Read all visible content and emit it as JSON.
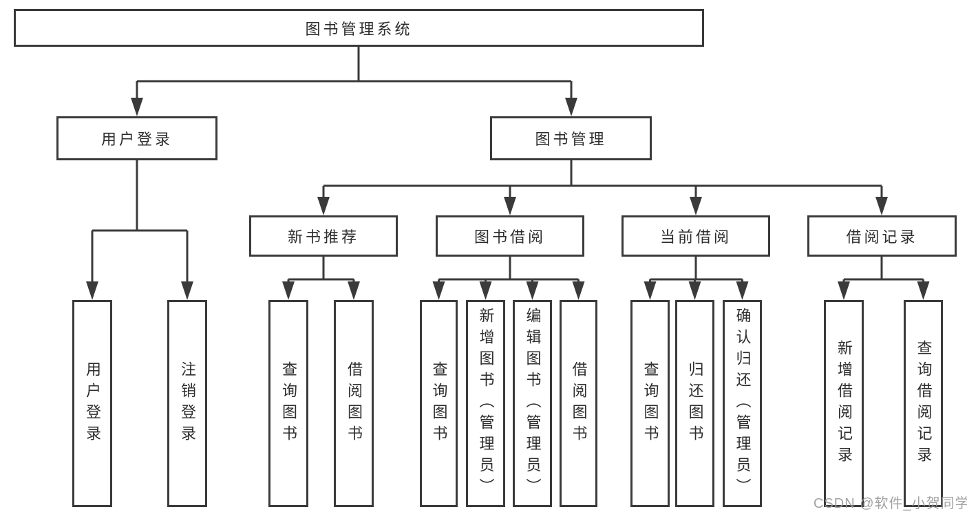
{
  "diagram_title": "图书管理系统",
  "nodes": {
    "root": {
      "label": "图书管理系统"
    },
    "user_login": {
      "label": "用户登录"
    },
    "book_mgmt": {
      "label": "图书管理"
    },
    "user_login_leaf": {
      "label": "用户登录"
    },
    "logout_leaf": {
      "label": "注销登录"
    },
    "new_book_rec": {
      "label": "新书推荐"
    },
    "book_borrow": {
      "label": "图书借阅"
    },
    "current_borrow": {
      "label": "当前借阅"
    },
    "borrow_records": {
      "label": "借阅记录"
    },
    "nbr_query_books": {
      "label": "查询图书"
    },
    "nbr_borrow_books": {
      "label": "借阅图书"
    },
    "bb_query_books": {
      "label": "查询图书"
    },
    "bb_add_books": {
      "label": "新增图书（管理员）"
    },
    "bb_edit_books": {
      "label": "编辑图书（管理员）"
    },
    "bb_borrow_books": {
      "label": "借阅图书"
    },
    "cb_query_books": {
      "label": "查询图书"
    },
    "cb_return_books": {
      "label": "归还图书"
    },
    "cb_confirm_return": {
      "label": "确认归还（管理员）"
    },
    "br_add_record": {
      "label": "新增借阅记录"
    },
    "br_query_record": {
      "label": "查询借阅记录"
    }
  },
  "watermark": {
    "text": "CSDN @软件_小贺同学"
  },
  "colors": {
    "line": "#3a3a3a",
    "box_border": "#3a3a3a",
    "text": "#2d2d2d",
    "background": "#ffffff",
    "watermark": "#9b9b9b"
  }
}
